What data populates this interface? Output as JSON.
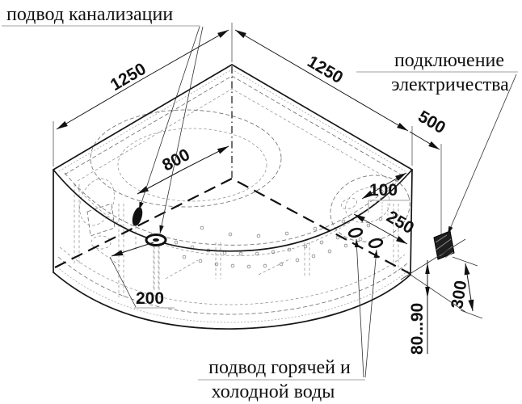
{
  "drawing": {
    "labels": {
      "sewer": "подвод канализации",
      "electric_line1": "подключение",
      "electric_line2": "электричества",
      "water_line1": "подвод горячей и",
      "water_line2": "холодной воды"
    },
    "dimensions": {
      "width_left": "1250",
      "width_right": "1250",
      "electric_offset": "500",
      "drain_diagonal": "800",
      "water_offset_wall": "100",
      "water_spacing": "250",
      "drain_offset": "200",
      "electric_height": "300",
      "water_height": "80...90"
    },
    "colors": {
      "line": "#1a1a1a",
      "leader_gray": "#b5b5b5",
      "background": "#ffffff"
    }
  }
}
